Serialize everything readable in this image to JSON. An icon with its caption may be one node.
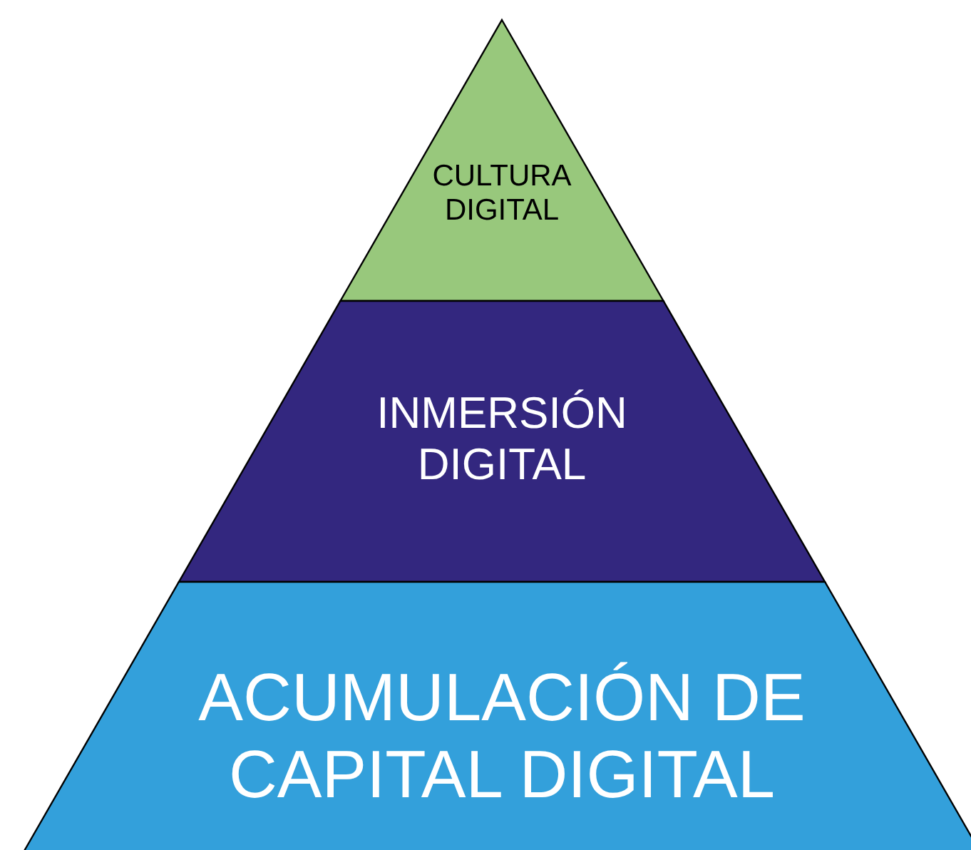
{
  "diagram": {
    "nodes": [
      {
        "text": [
          "CULTURA DIGITAL"
        ]
      },
      {
        "text": [
          "INMERSIÓN DIGITAL"
        ]
      },
      {
        "text": [
          "ACUMULACIÓN DE CAPITAL DIGITAL"
        ]
      }
    ]
  }
}
